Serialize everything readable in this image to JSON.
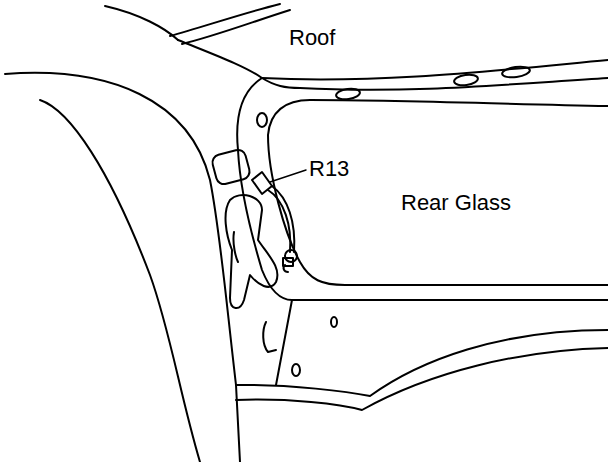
{
  "diagram": {
    "labels": [
      "Roof",
      "R13",
      "Rear Glass"
    ]
  }
}
